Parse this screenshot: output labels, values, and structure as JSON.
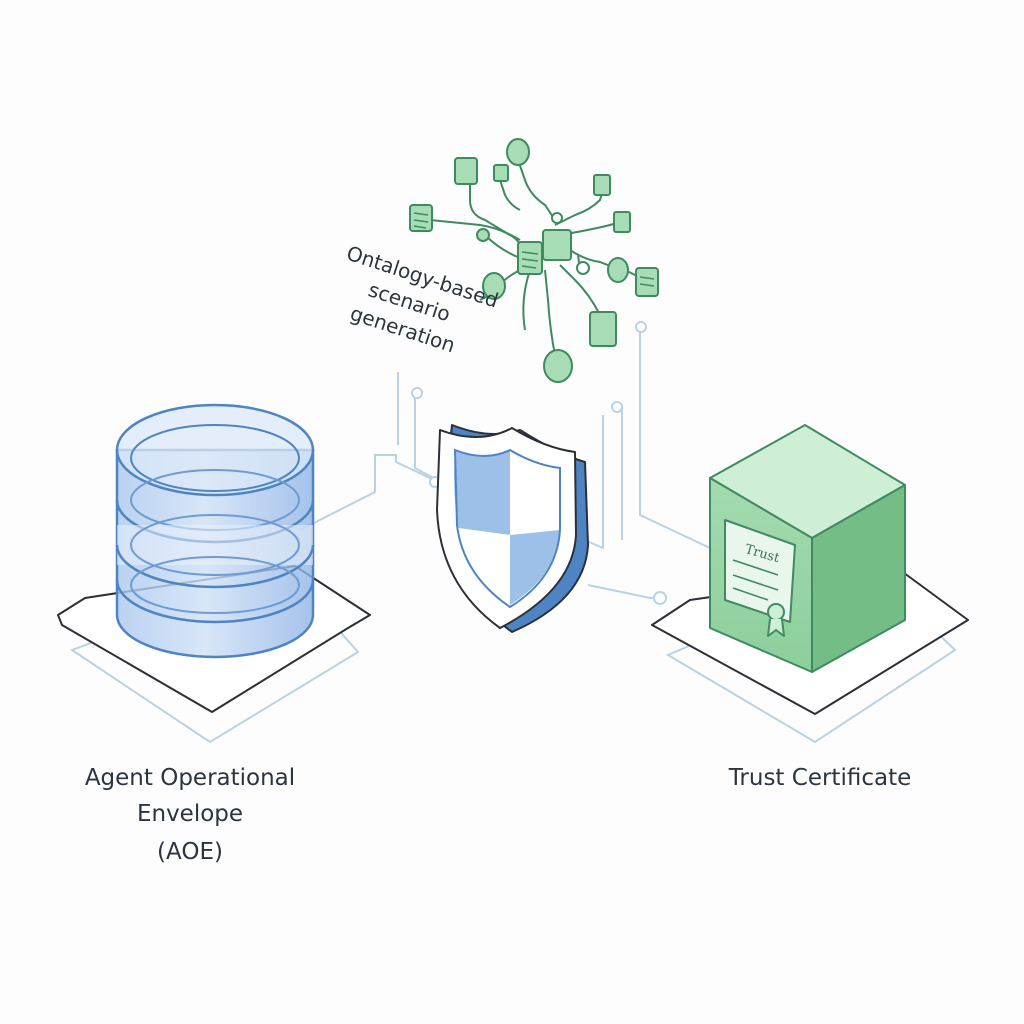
{
  "labels": {
    "aoe_line1": "Agent Operational",
    "aoe_line2": "Envelope",
    "aoe_line3": "(AOE)",
    "ontology_line1": "Ontalogy-based",
    "ontology_line2": "scenario",
    "ontology_line3": "generation",
    "certificate_title": "Trust Certificate",
    "certificate_badge": "Trust"
  },
  "icons": {
    "database": "stacked-cylinder-icon",
    "shield": "shield-icon",
    "graph": "ontology-graph-icon",
    "certificate_box": "certificate-box-icon",
    "ribbon": "award-ribbon-icon"
  },
  "colors": {
    "blue_fill": "#b9d3f0",
    "blue_stroke": "#4f84c4",
    "green_fill": "#8fcf9f",
    "green_stroke": "#3f8a61",
    "line_light": "#b8d2e6",
    "outline": "#2b2f36",
    "text": "#2b3440"
  }
}
